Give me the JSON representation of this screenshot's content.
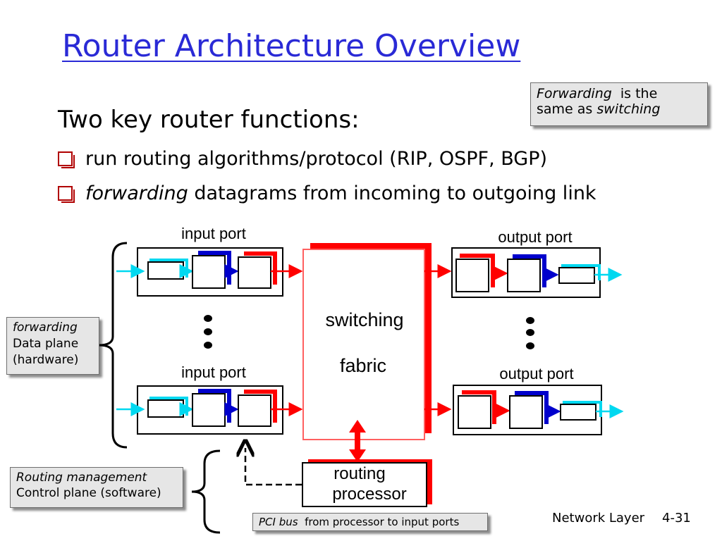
{
  "slide": {
    "title": "Router Architecture Overview",
    "subtitle": "Two key router functions:",
    "bullets": [
      {
        "prefix": "",
        "text": "run routing algorithms/protocol (RIP, OSPF, BGP)"
      },
      {
        "prefix": "forwarding",
        "text": " datagrams from incoming to outgoing link"
      }
    ],
    "callout": {
      "italic1": "Forwarding",
      "text1": "  is the",
      "text2": "same as ",
      "italic2": "switching"
    }
  },
  "diagram": {
    "input_port_label": "input port",
    "output_port_label": "output port",
    "fabric_label_1": "switching",
    "fabric_label_2": "fabric",
    "processor_label_1": "routing",
    "processor_label_2": "processor",
    "colors": {
      "accent_red": "#ff0000",
      "accent_blue": "#0000cc",
      "accent_cyan": "#00e0f0"
    }
  },
  "notes": {
    "data_plane": {
      "line1": "forwarding",
      "line2": "Data plane",
      "line3": "(hardware)"
    },
    "control_plane": {
      "line1": "Routing management",
      "line2": "Control plane (software)"
    },
    "pci": {
      "italic": "PCI bus",
      "text": "  from processor to input ports"
    }
  },
  "footer": {
    "chapter": "Network Layer",
    "page": "4-31"
  }
}
